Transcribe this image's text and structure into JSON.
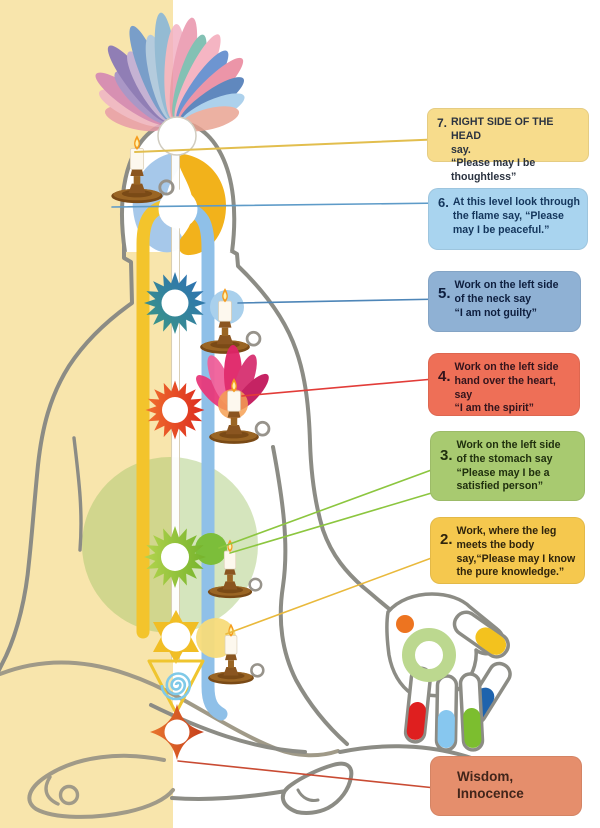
{
  "callouts": [
    {
      "id": "7",
      "number": "7.",
      "text": "RIGHT SIDE OF THE HEAD\nsay.\n“Please may I be thoughtless”",
      "bg": "#F7DC8C"
    },
    {
      "id": "6",
      "number": "6.",
      "text": "At this level look through\nthe flame say, “Please\nmay I be peaceful.”",
      "bg": "#A9D4EF"
    },
    {
      "id": "5",
      "number": "5.",
      "text": "Work on the left side\nof the neck say\n“I am not guilty”",
      "bg": "#8FB1D4"
    },
    {
      "id": "4",
      "number": "4.",
      "text": "Work on the left side\nhand over the heart, say\n“I am the spirit”",
      "bg": "#EE6F57"
    },
    {
      "id": "3",
      "number": "3.",
      "text": "Work on the left side\nof the stomach say\n“Please may I be a\nsatisfied person”",
      "bg": "#A8CA70"
    },
    {
      "id": "2",
      "number": "2.",
      "text": "Work, where the leg\nmeets the body\nsay,“Please may I know\nthe pure knowledge.”",
      "bg": "#F5C84E"
    }
  ],
  "footer_label": {
    "text": "Wisdom,\nInnocence",
    "bg": "#E58E6C"
  },
  "palette": {
    "background_left_half": "#F8E5AC",
    "left_channel": "#F3C42C",
    "right_channel": "#8FC0E8",
    "void_circle": "#9CC162",
    "chakra_throat": "#2E7FB0",
    "chakra_heart": "#DC2A1E",
    "chakra_navel": "#8FC63E",
    "chakra_sacral": "#F1BE25",
    "chakra_root": "#D9532B",
    "connector_7": "#E2BE4E",
    "connector_6": "#5E9BC8",
    "connector_5": "#4E86B8",
    "connector_4": "#E23C38",
    "connector_3": "#8CC63F",
    "connector_2": "#E9B93C",
    "connector_wisdom": "#C94B33",
    "hand_palm_ring": "#BCD88F",
    "hand_mound_dot": "#ED7420",
    "hand_thumb_tip": "#F3C21E",
    "hand_finger_tips": [
      "#DF1F1F",
      "#87C7EF",
      "#7CBE2F",
      "#1E63AD"
    ]
  }
}
